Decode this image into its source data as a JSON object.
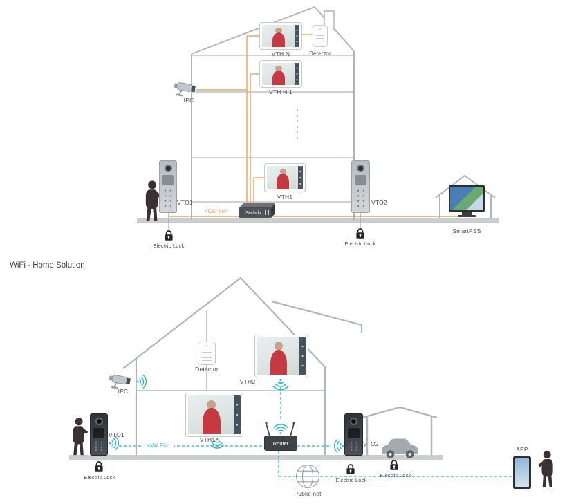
{
  "title": "WiFi - Home Solution",
  "colors": {
    "wire_orange": "#EF9A4F",
    "wifi_cyan": "#2AB5CB",
    "outline_gray": "#B2B6BA",
    "ground_gray": "#CBCDCF",
    "label_gray": "#4E5054"
  },
  "top": {
    "vth_n": "VTH N",
    "detector": "Detector",
    "vth_n_1": "VTH N 1",
    "ipc": "IPC",
    "vth1": "VTH1",
    "vto1": "VTO1",
    "vto2": "VTO2",
    "cat5e": "<Cat 5e>",
    "switch": "Switch",
    "electric_lock_left": "Electric Lock",
    "electric_lock_right": "Electric Lock",
    "smartpss": "SmartPSS"
  },
  "bottom": {
    "detector": "Detector",
    "vth2": "VTH2",
    "ipc": "IPC",
    "vth1": "VTH1",
    "vto1": "VTO1",
    "vto2": "VTO2",
    "wifi": "<Wi Fi>",
    "router": "Router",
    "electric_lock_1": "Electric Lock",
    "electric_lock_2": "Electric Lock",
    "electric_lock_3": "Electric Lock",
    "public_net": "Public net",
    "app": "APP"
  }
}
